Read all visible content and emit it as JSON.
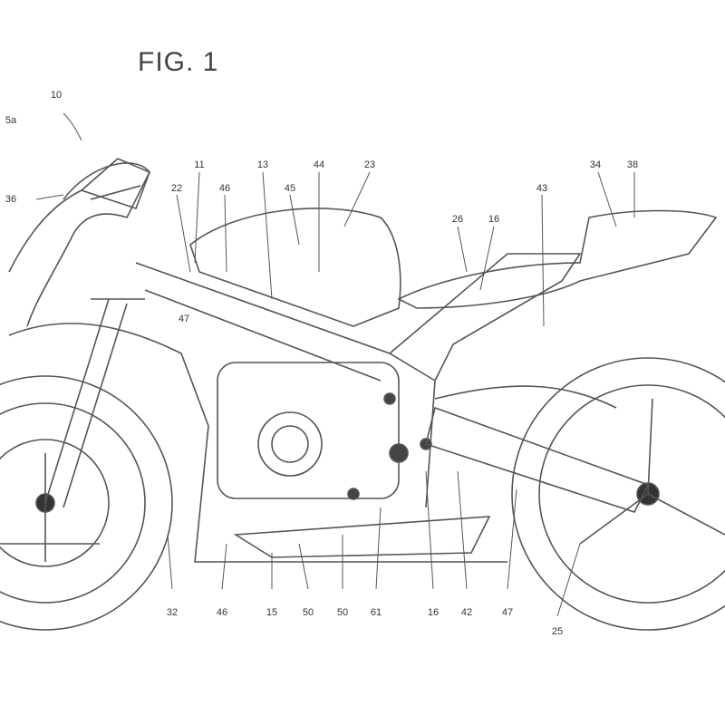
{
  "figure": {
    "title": "FIG. 1",
    "labels": {
      "ref_10": "10",
      "ref_5a": "5a",
      "ref_36": "36",
      "ref_22": "22",
      "ref_11": "11",
      "ref_46_top": "46",
      "ref_13": "13",
      "ref_45": "45",
      "ref_44": "44",
      "ref_23": "23",
      "ref_26": "26",
      "ref_16_top": "16",
      "ref_43": "43",
      "ref_34": "34",
      "ref_38": "38",
      "ref_47_front": "47",
      "ref_32": "32",
      "ref_46_bottom": "46",
      "ref_15": "15",
      "ref_50a": "50",
      "ref_50b": "50",
      "ref_61": "61",
      "ref_16_bottom": "16",
      "ref_42": "42",
      "ref_47": "47",
      "ref_25": "25"
    }
  }
}
